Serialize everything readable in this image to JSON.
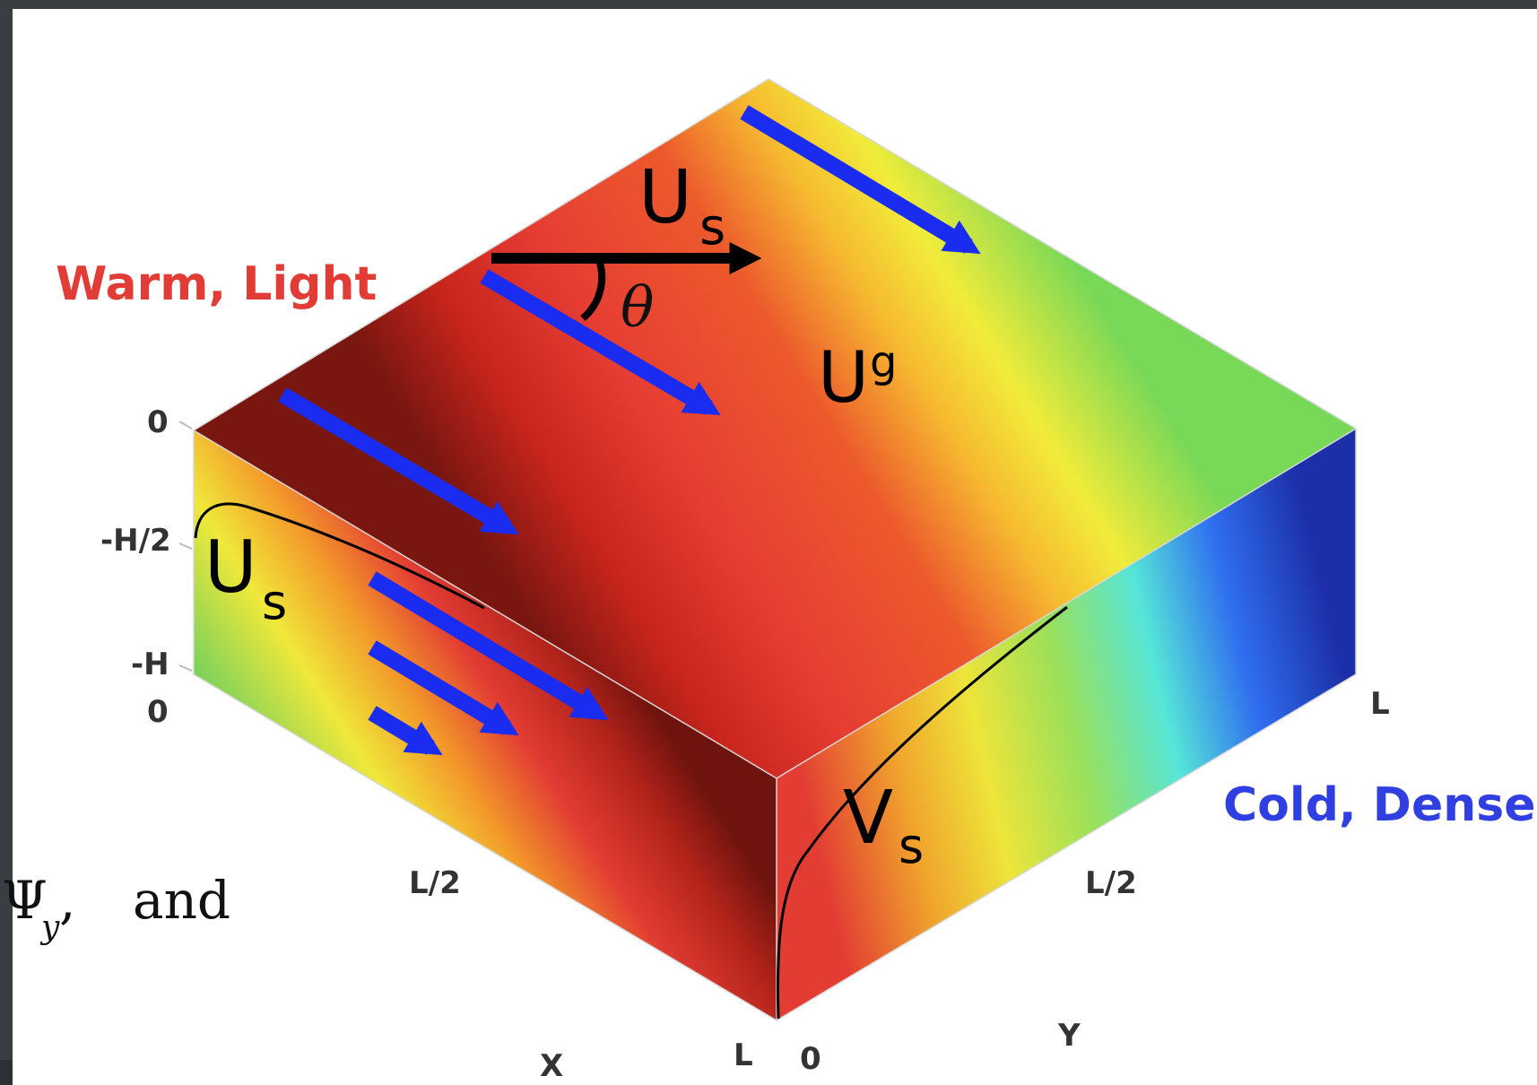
{
  "labels": {
    "warm": "Warm, Light",
    "cold": "Cold, Dense",
    "us_top_main": "U",
    "us_top_sub": "s",
    "theta": "θ",
    "ug_main": "U",
    "ug_sup": "g",
    "us_left_main": "U",
    "us_left_sub": "s",
    "vs_main": "V",
    "vs_sub": "s"
  },
  "axes": {
    "z_0_top": "0",
    "z_h_half": "-H/2",
    "z_h": "-H",
    "x_0": "0",
    "x_l_half": "L/2",
    "x_label": "X",
    "x_l": "L",
    "y_0": "0",
    "y_l_half": "L/2",
    "y_label": "Y",
    "y_l": "L"
  },
  "formula": {
    "psi": "Ψ",
    "sub": "y",
    "comma": ",",
    "and": "and"
  },
  "colors": {
    "background": "#3a3e43",
    "warm_text": "#e23c36",
    "cold_text": "#2f3fe0",
    "arrows": "#1a2cf0"
  }
}
